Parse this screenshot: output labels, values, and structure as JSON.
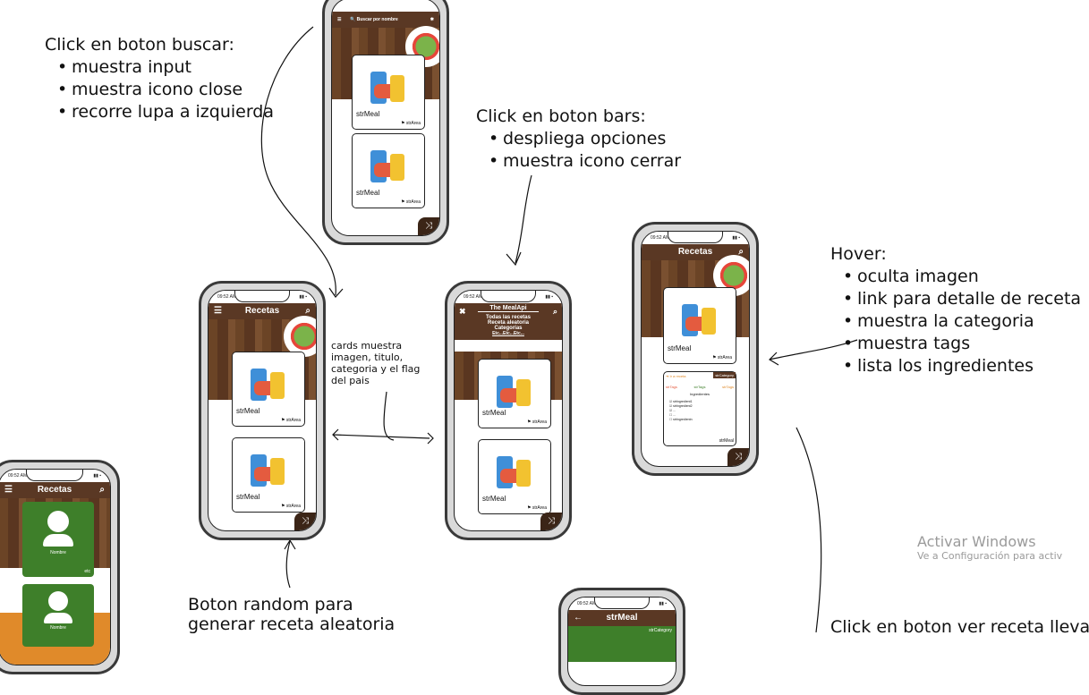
{
  "notes": {
    "search": {
      "title": "Click en boton buscar:",
      "items": [
        "muestra input",
        "muestra icono close",
        "recorre lupa a izquierda"
      ]
    },
    "bars": {
      "title": "Click en boton bars:",
      "items": [
        "despliega opciones",
        "muestra icono cerrar"
      ]
    },
    "hover": {
      "title": "Hover:",
      "items": [
        "oculta imagen",
        "link para detalle de receta",
        "muestra la categoria",
        "muestra tags",
        "lista los ingredientes"
      ]
    },
    "cards": {
      "text": "cards muestra imagen, titulo, categoria y el flag del pais"
    },
    "random": {
      "line1": "Boton random para",
      "line2": "generar receta aleatoria"
    },
    "view": {
      "text": "Click en boton ver receta lleva a"
    }
  },
  "watermark": {
    "line1": "Activar Windows",
    "line2": "Ve a Configuración para activ"
  },
  "phone": {
    "time": "09:52 AM",
    "title": "Recetas",
    "meal": "strMeal",
    "area": "strArea",
    "search_placeholder": "Buscar por nombre",
    "menu_title": "The MealApi",
    "menu_items": [
      "Todas las recetas",
      "Receta aleatoria",
      "Categorías",
      "Etc...Etc...Etc..."
    ],
    "detail": {
      "view": "Ir a receta",
      "category": "strCategory",
      "tags": [
        "strTags",
        "strTags",
        "strTags"
      ],
      "ingredients_title": "Ingredientes",
      "ingredients": [
        "strIngredient1",
        "strIngredient2",
        "...",
        "...",
        "strIngredientn"
      ]
    },
    "category_name": "Nombre",
    "category_more": "etc"
  },
  "colors": {
    "brown": "#5a3824",
    "green": "#3e7f2a",
    "orange": "#e08a2a"
  }
}
